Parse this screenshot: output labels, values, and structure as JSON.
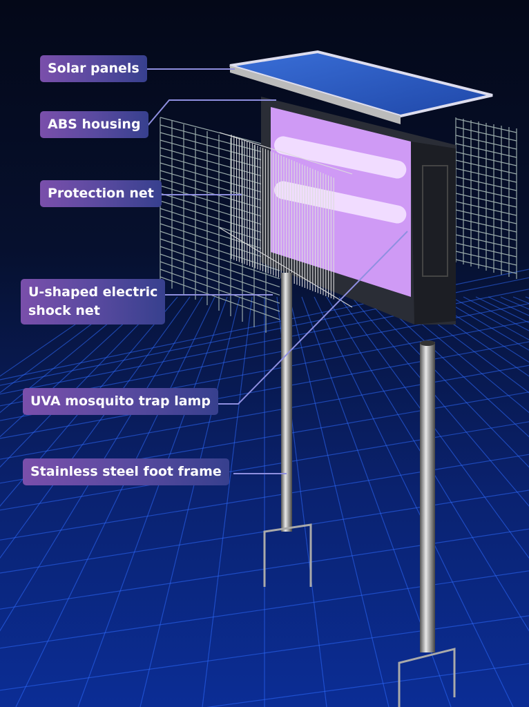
{
  "labels": {
    "solar_panels": "Solar panels",
    "abs_housing": "ABS housing",
    "protection_net": "Protection net",
    "shock_net_line1": "U-shaped electric",
    "shock_net_line2": "shock net",
    "uva_lamp": "UVA mosquito trap lamp",
    "foot_frame": "Stainless steel foot frame"
  },
  "colors": {
    "label_start": "#7a4fab",
    "label_end": "#37408e",
    "uv_glow": "#c77dff",
    "leader_line": "#8f8fe0",
    "grid": "#2f6bff"
  }
}
